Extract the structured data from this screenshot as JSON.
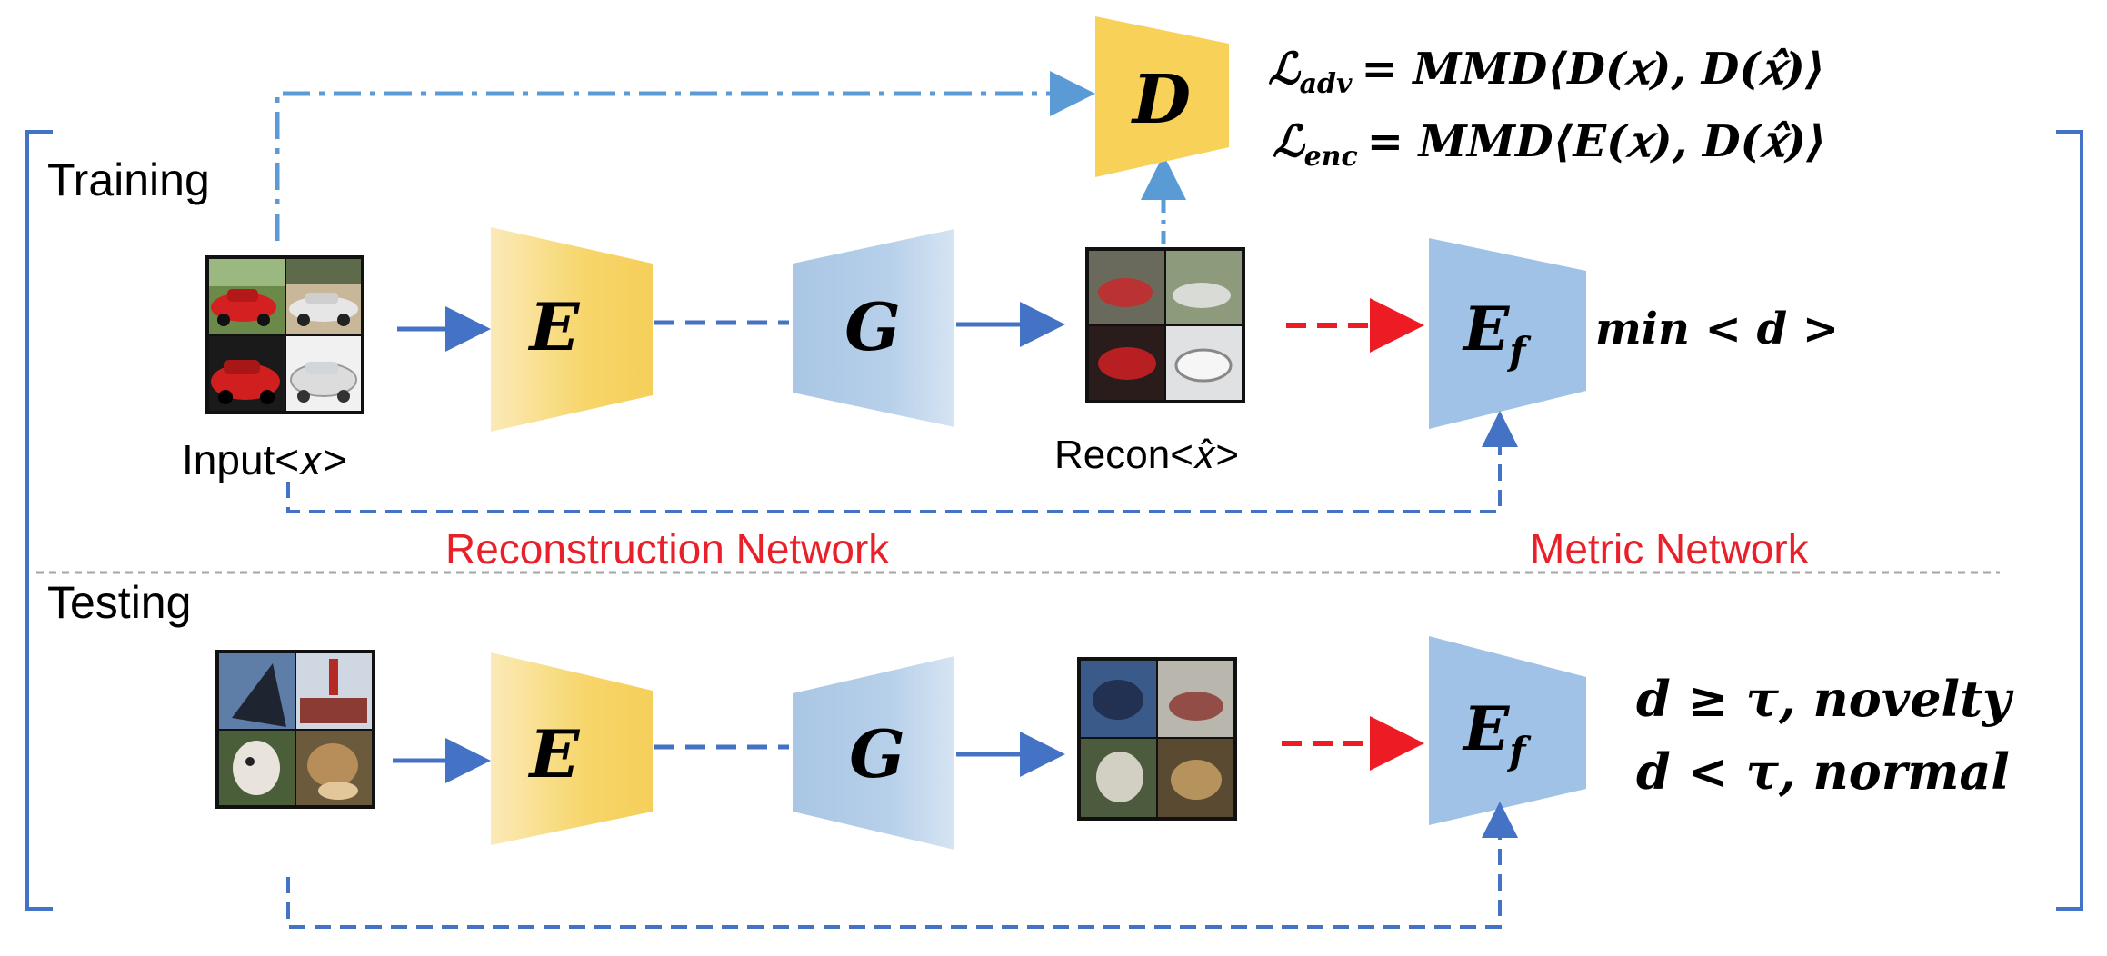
{
  "sections": {
    "training": "Training",
    "testing": "Testing"
  },
  "networks": {
    "reconstruction": "Reconstruction Network",
    "metric": "Metric Network"
  },
  "blocks": {
    "encoder": "E",
    "generator": "G",
    "discriminator": "D",
    "feature_encoder": "E",
    "feature_encoder_sub": "f"
  },
  "captions": {
    "input": "Input<𝑥>",
    "recon": "Recon<𝑥̂>"
  },
  "losses": {
    "adv": "ℒ_adv = MMD⟨D(𝑥), D(𝑥̂)⟩",
    "adv_symbol": "ℒ",
    "adv_sub": "adv",
    "adv_rhs": "= MMD⟨D(𝑥), D(𝑥̂)⟩",
    "enc_symbol": "ℒ",
    "enc_sub": "enc",
    "enc_rhs": "= MMD⟨E(𝑥), D(𝑥̂)⟩"
  },
  "objective": "min < d >",
  "decision": {
    "novelty": "d ≥ τ, novelty",
    "normal": "d < τ, normal"
  },
  "colors": {
    "encoder_fill": "#f7d569",
    "generator_fill": "#a9c6e4",
    "feature_encoder_fill": "#9fc2e6",
    "arrow_blue": "#4472c4",
    "arrow_dash_light": "#5b9bd5",
    "arrow_red": "#ed1c24",
    "network_label": "#e8202a",
    "bracket": "#4472c4",
    "separator": "#a6a6a6"
  }
}
